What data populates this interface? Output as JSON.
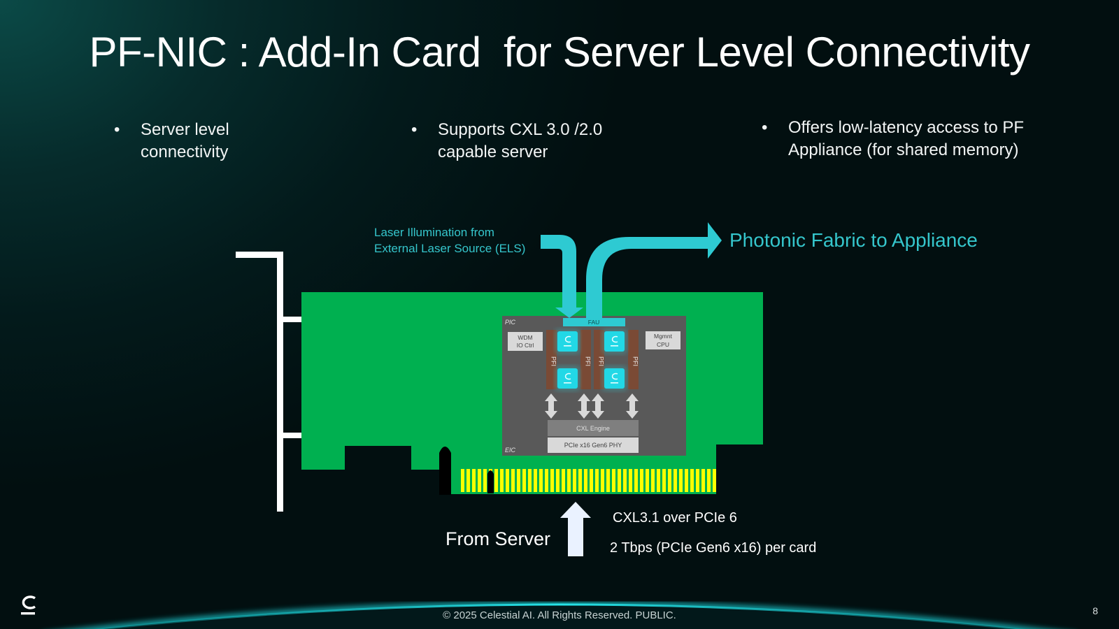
{
  "slide": {
    "title": "PF-NIC : Add-In Card  for Server Level Connectivity",
    "page_number": "8",
    "footer": "© 2025 Celestial AI. All Rights Reserved. PUBLIC.",
    "logo_icon": "celestial-ai-logo-icon"
  },
  "bullets": [
    {
      "line1": "Server level",
      "line2": "connectivity"
    },
    {
      "line1": "Supports CXL 3.0 /2.0",
      "line2": "capable server"
    },
    {
      "line1": "Offers low-latency access to PF",
      "line2": "Appliance (for shared memory)"
    }
  ],
  "bullet_glyph": "•",
  "diagram": {
    "laser_label_line1": "Laser Illumination from",
    "laser_label_line2": "External Laser Source (ELS)",
    "photonic_label": "Photonic Fabric to Appliance",
    "from_server_label": "From Server",
    "spec_line1": "CXL3.1 over PCIe 6",
    "spec_line2": "2 Tbps (PCIe Gen6 x16) per card",
    "chip": {
      "pic_label": "PIC",
      "eic_label": "EIC",
      "fau_label": "FAU",
      "wdm_line1": "WDM",
      "wdm_line2": "IO Ctrl",
      "mgmt_line1": "Mgmnt",
      "mgmt_line2": "CPU",
      "pfi_label": "PFI",
      "cxl_engine_label": "CXL Engine",
      "phy_label": "PCIe x16 Gen6 PHY"
    },
    "colors": {
      "pcb": "#00b050",
      "photonic": "#2ecad2",
      "gold_fingers": "#ffff00",
      "chip_body": "#595959",
      "pfi_column": "#7a4a35",
      "bracket": "#ffffff"
    }
  }
}
